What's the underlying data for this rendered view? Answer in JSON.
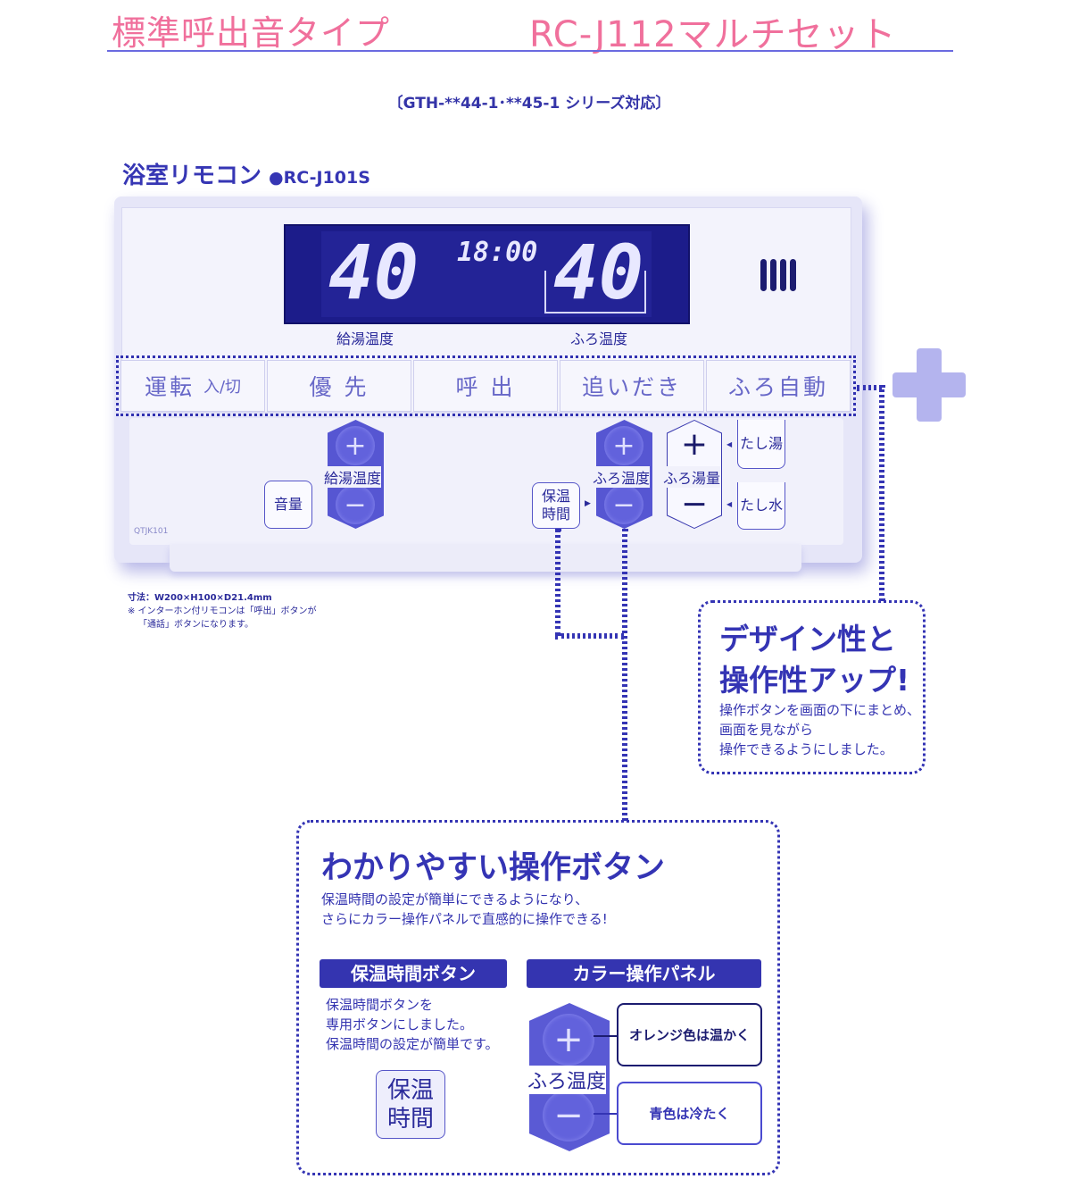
{
  "header": {
    "left_title": "標準呼出音タイプ",
    "right_title": "RC-J112マルチセット",
    "subtitle": "〔GTH-**44-1･**45-1 シリーズ対応〕"
  },
  "section": {
    "title": "浴室リモコン",
    "model": "●RC-J101S"
  },
  "remote": {
    "display": {
      "supply_temp": "40",
      "clock": "18:00",
      "bath_temp": "40"
    },
    "display_labels": {
      "supply": "給湯温度",
      "bath": "ふろ温度"
    },
    "buttons": [
      {
        "label": "運転",
        "sub": "入/切"
      },
      {
        "label": "優 先"
      },
      {
        "label": "呼 出"
      },
      {
        "label": "追いだき"
      },
      {
        "label": "ふろ自動"
      }
    ],
    "volume": "音量",
    "supply_temp_label": "給湯温度",
    "keep_warm_line1": "保温",
    "keep_warm_line2": "時間",
    "bath_temp_label": "ふろ温度",
    "bath_volume_label": "ふろ湯量",
    "add_hot": "たし湯",
    "add_water": "たし水",
    "plus": "+",
    "minus": "−",
    "model_code": "QTJK101"
  },
  "notes": {
    "dimensions": "寸法：W200×H100×D21.4mm",
    "note1": "※ インターホン付リモコンは「呼出」ボタンが",
    "note2": "「通話」ボタンになります。"
  },
  "design_box": {
    "title1": "デザイン性と",
    "title2": "操作性アップ!",
    "lines": [
      "操作ボタンを画面の下にまとめ、",
      "画面を見ながら",
      "操作できるようにしました。"
    ]
  },
  "main_box": {
    "title": "わかりやすい操作ボタン",
    "lines": [
      "保温時間の設定が簡単にできるようになり、",
      "さらにカラー操作パネルで直感的に操作できる!"
    ],
    "keep_warm": {
      "header": "保温時間ボタン",
      "lines": [
        "保温時間ボタンを",
        "専用ボタンにしました。",
        "保温時間の設定が簡単です。"
      ],
      "button1": "保温",
      "button2": "時間"
    },
    "color_panel": {
      "header": "カラー操作パネル",
      "label": "ふろ温度",
      "warm": "オレンジ色は温かく",
      "cool": "青色は冷たく"
    }
  },
  "colors": {
    "pink": "#f0709c",
    "blue": "#3434b4",
    "display": "#1c1c8a"
  }
}
